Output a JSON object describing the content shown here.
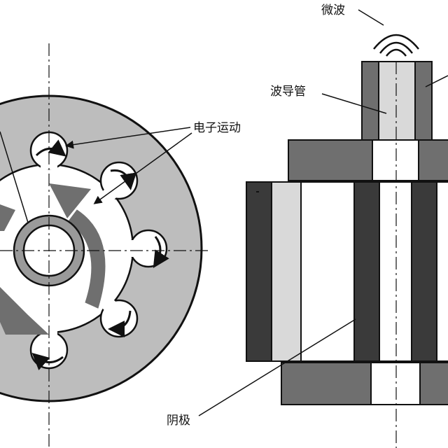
{
  "labels": {
    "microwave": "微波",
    "waveguide": "波导管",
    "electron_motion": "电子运动",
    "cathode": "阴极"
  },
  "colors": {
    "ink": "#111111",
    "dark": "#3a3a3a",
    "mid": "#6f6f6f",
    "light": "#9a9a9a",
    "pale": "#d9d9d9",
    "body_gray": "#bdbdbd"
  }
}
